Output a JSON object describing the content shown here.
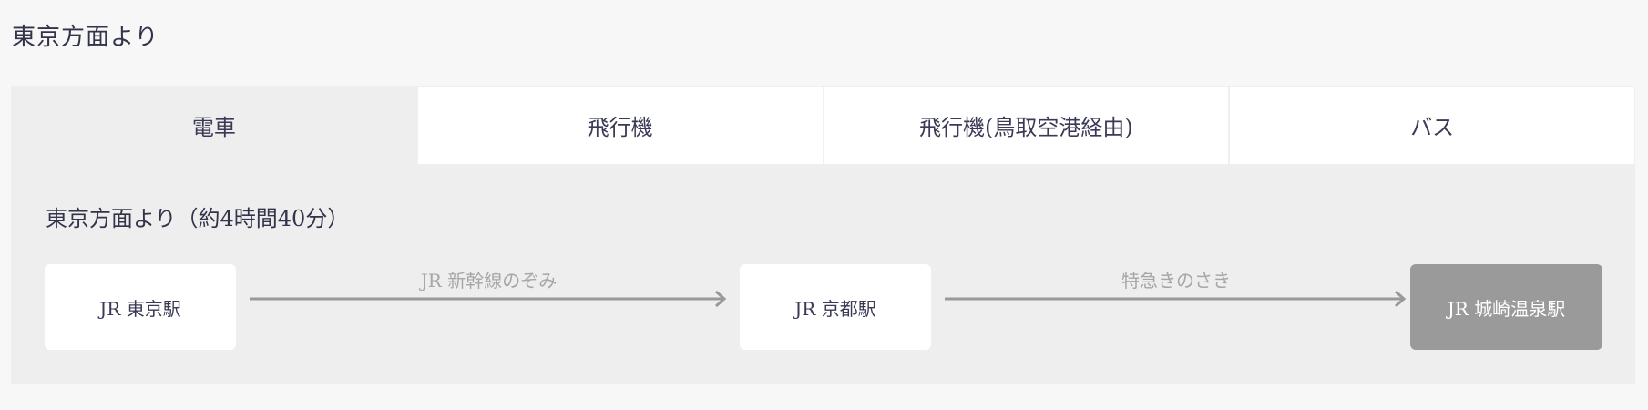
{
  "heading": "東京方面より",
  "tabs": [
    {
      "label": "電車",
      "active": true
    },
    {
      "label": "飛行機",
      "active": false
    },
    {
      "label": "飛行機(鳥取空港経由)",
      "active": false
    },
    {
      "label": "バス",
      "active": false
    }
  ],
  "route": {
    "title": "東京方面より（約4時間40分）",
    "stations": [
      "JR 東京駅",
      "JR 京都駅",
      "JR 城崎温泉駅"
    ],
    "legs": [
      "JR 新幹線のぞみ",
      "特急きのさき"
    ]
  },
  "colors": {
    "page_bg": "#f7f7f7",
    "panel_bg": "#eeeeee",
    "final_station_bg": "#9a9a9a",
    "arrow": "#999999",
    "leg_text": "#a6a6a6"
  }
}
